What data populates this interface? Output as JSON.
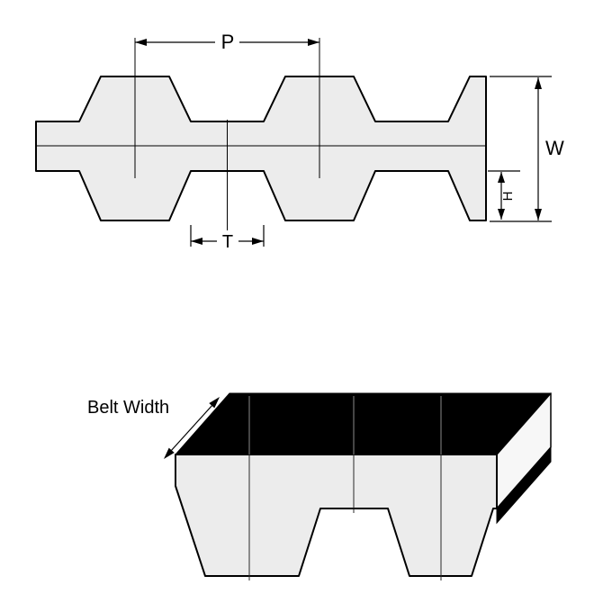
{
  "diagram": {
    "labels": {
      "pitch": "P",
      "overall_width": "W",
      "tooth_height": "H",
      "tooth_width": "T",
      "belt_width": "Belt Width"
    },
    "colors": {
      "line": "#000000",
      "belt_fill": "#ececec",
      "belt_top_face": "#000000",
      "end_face": "#f7f7f7",
      "background": "#ffffff"
    }
  }
}
